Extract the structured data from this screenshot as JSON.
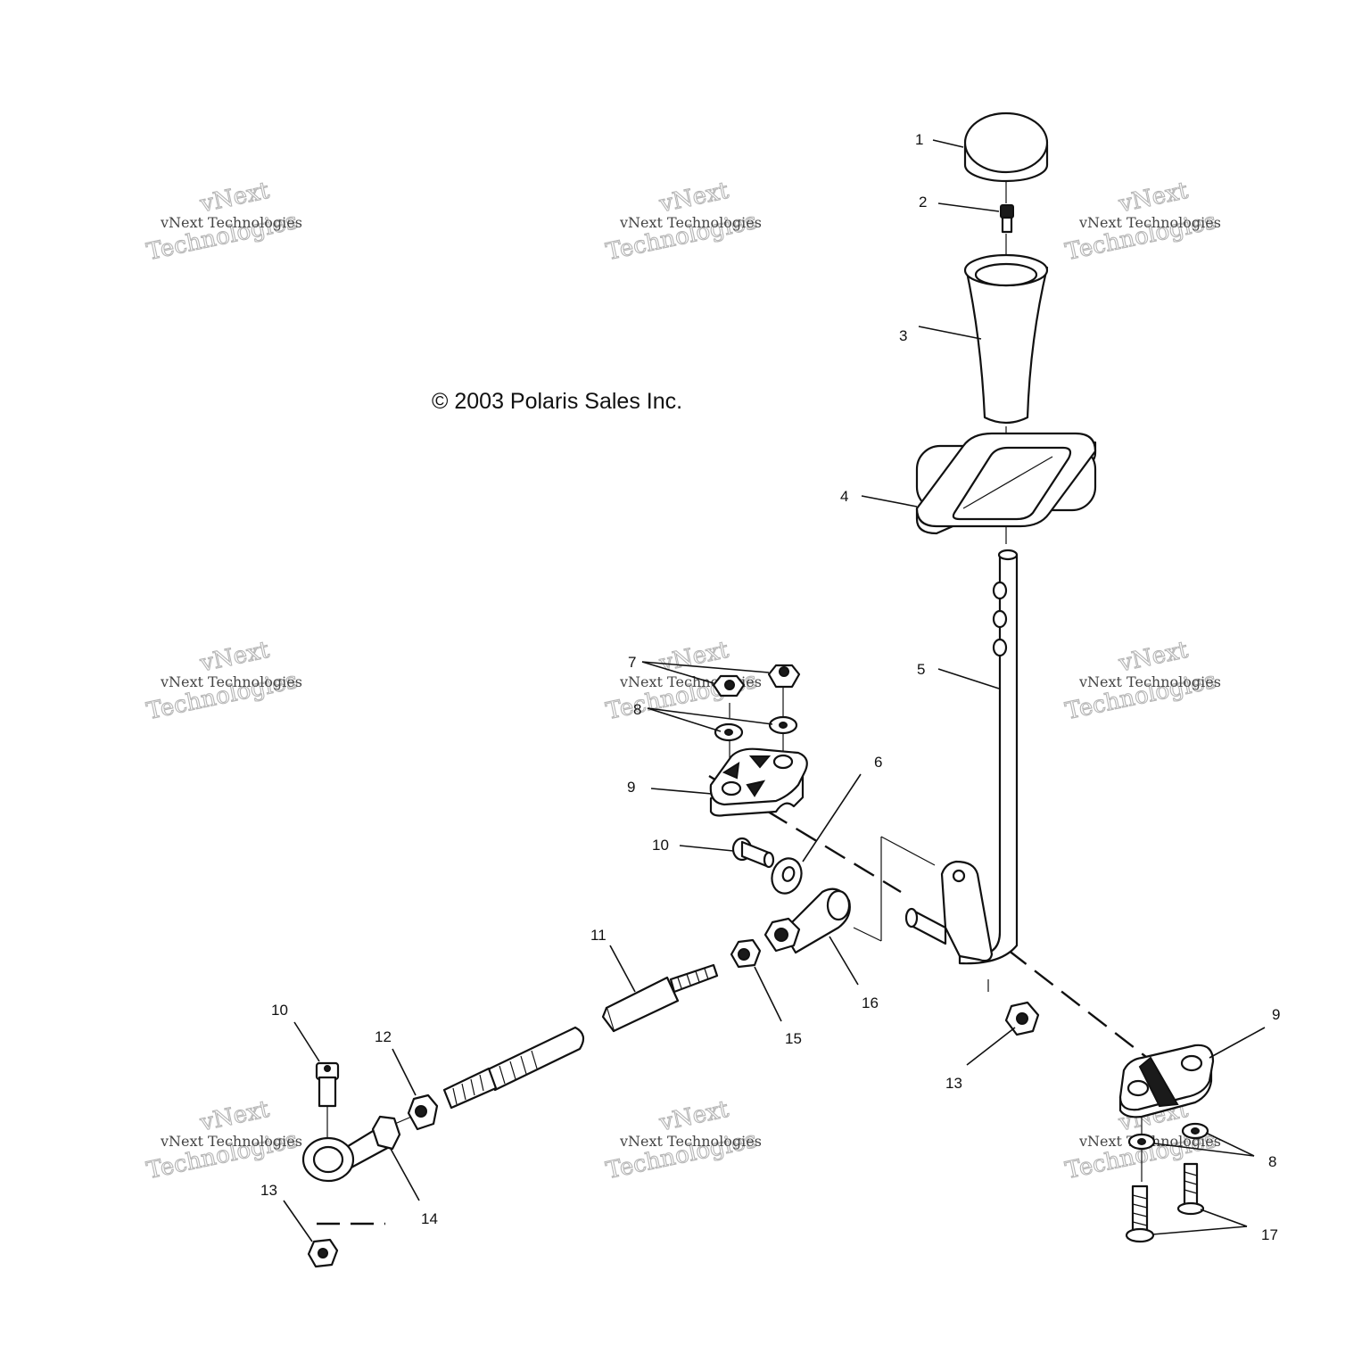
{
  "copyright": "© 2003 Polaris Sales Inc.",
  "watermark": {
    "line_top": "vNext",
    "line_mid": "vNext Technologies",
    "line_bottom": "Technologies"
  },
  "callouts": [
    "1",
    "2",
    "3",
    "4",
    "5",
    "6",
    "7",
    "8",
    "9",
    "10",
    "11",
    "12",
    "13",
    "14",
    "15",
    "16",
    "9",
    "8",
    "17",
    "13",
    "10"
  ],
  "colors": {
    "ink": "#111111",
    "watermark": "#b5b5b5",
    "background": "#ffffff"
  }
}
